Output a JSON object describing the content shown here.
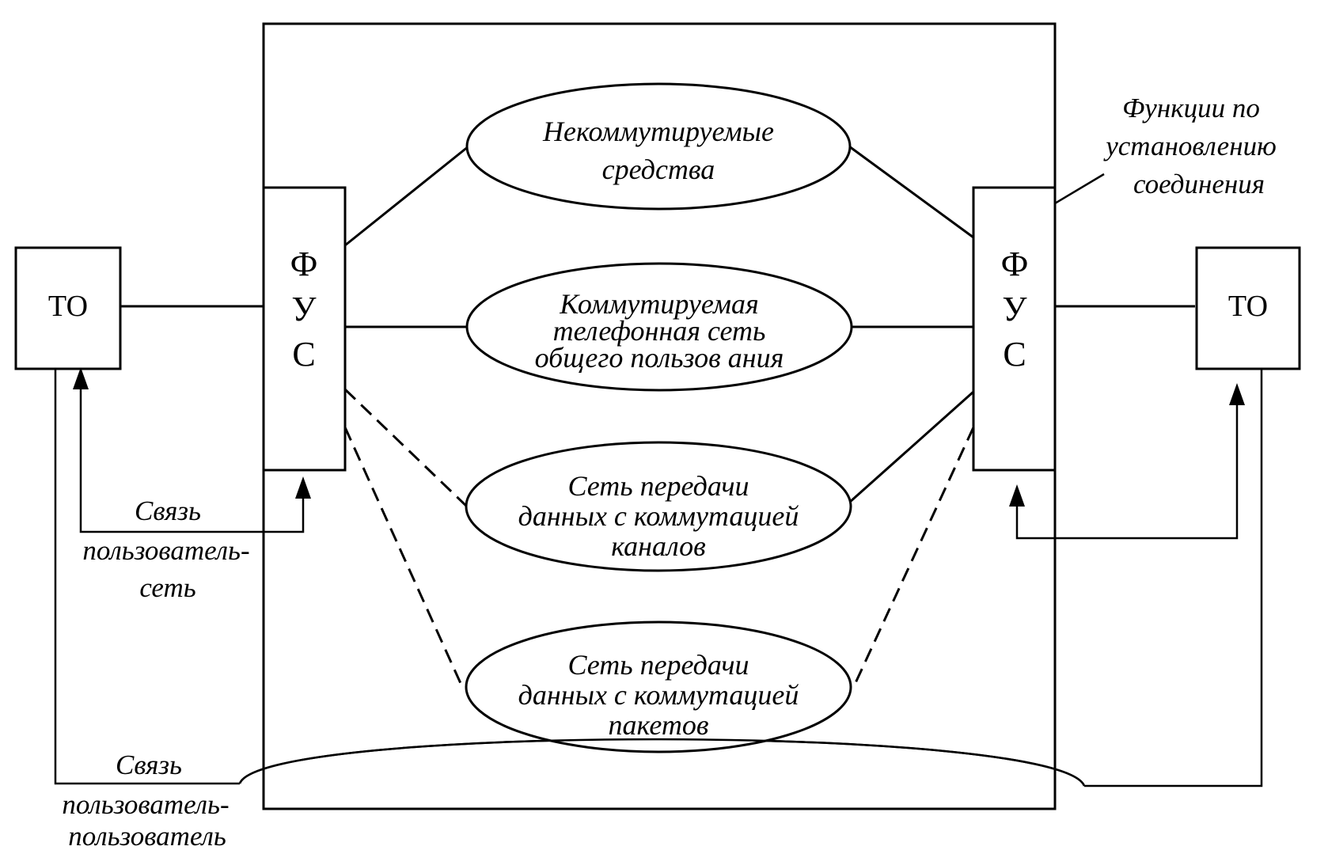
{
  "terminals": {
    "left_label": "ТО",
    "right_label": "ТО"
  },
  "fus": {
    "left": [
      "Ф",
      "У",
      "С"
    ],
    "right": [
      "Ф",
      "У",
      "С"
    ]
  },
  "networks": {
    "non_switched": [
      "Некоммутируемые",
      "средства"
    ],
    "pstn": [
      "Коммутируемая",
      "телефонная сеть",
      "общего пользов ания"
    ],
    "circuit_switched": [
      "Сеть передачи",
      "данных с коммутацией",
      "каналов"
    ],
    "packet_switched": [
      "Сеть передачи",
      "данных с коммутацией",
      "пакетов"
    ]
  },
  "annotations": {
    "connection_functions": [
      "Функции по",
      "установлению",
      "соединения"
    ],
    "user_network": [
      "Связь",
      "пользователь-",
      "сеть"
    ],
    "user_user": [
      "Связь",
      "пользователь-",
      "пользователь"
    ]
  }
}
